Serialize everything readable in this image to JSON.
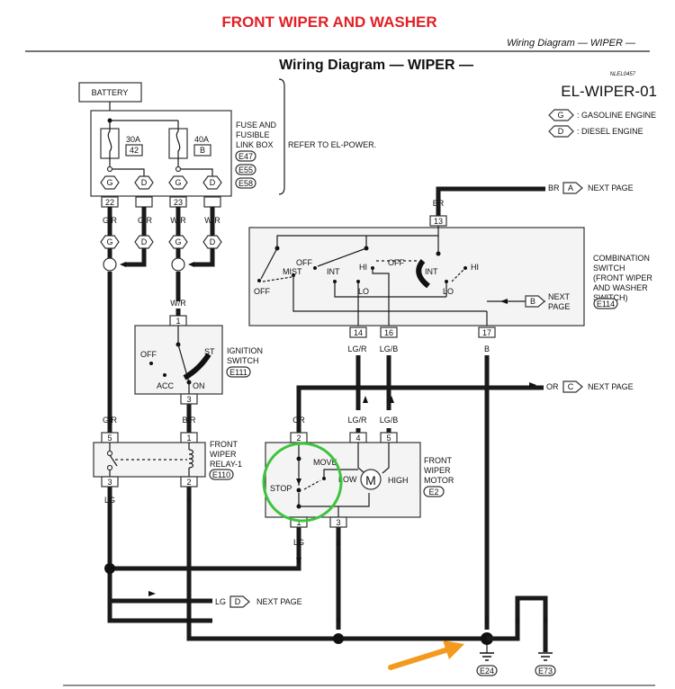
{
  "page_title": "FRONT WIPER AND WASHER",
  "running_header": "Wiring Diagram — WIPER —",
  "diagram_title": "Wiring Diagram — WIPER —",
  "ref_code": "NLEL0457",
  "diagram_code": "EL-WIPER-01",
  "legend": [
    {
      "key": "G",
      "text": ": GASOLINE ENGINE"
    },
    {
      "key": "D",
      "text": ": DIESEL ENGINE"
    }
  ],
  "battery": "BATTERY",
  "fuse_box": {
    "label_lines": [
      "FUSE AND",
      "FUSIBLE",
      "LINK BOX"
    ],
    "connectors": [
      "E47",
      "E55",
      "E58"
    ],
    "refer": "REFER TO EL-POWER.",
    "fuse1_amp": "30A",
    "fuse1_num": "42",
    "fuse2_amp": "40A",
    "fuse2_num": "B",
    "pins": [
      "22",
      "23"
    ]
  },
  "engine_marks": {
    "g": "G",
    "d": "D"
  },
  "wires": {
    "gr": "G/R",
    "wr": "W/R",
    "br_code": "B/R",
    "br": "BR",
    "lgr": "LG/R",
    "lgb": "LG/B",
    "or": "OR",
    "lg": "LG",
    "b": "B"
  },
  "next_page": {
    "a_wire": "BR",
    "a_key": "A",
    "b_key": "B",
    "c_wire": "OR",
    "c_key": "C",
    "d_wire": "LG",
    "d_key": "D",
    "text": "NEXT PAGE",
    "b_text_lines": [
      "NEXT",
      "PAGE"
    ]
  },
  "combo_switch": {
    "label_lines": [
      "COMBINATION",
      "SWITCH",
      "(FRONT WIPER",
      "AND WASHER",
      "SWITCH)"
    ],
    "connector": "E114",
    "positions": {
      "mist": "MIST",
      "off": "OFF",
      "int": "INT",
      "hi": "HI",
      "lo": "LO"
    },
    "pins": {
      "top": "13",
      "p14": "14",
      "p16": "16",
      "p17": "17"
    }
  },
  "ignition": {
    "label_lines": [
      "IGNITION",
      "SWITCH"
    ],
    "connector": "E111",
    "positions": {
      "off": "OFF",
      "acc": "ACC",
      "on": "ON",
      "st": "ST"
    },
    "pin_in": "1",
    "pin_out": "3"
  },
  "relay": {
    "label_lines": [
      "FRONT",
      "WIPER",
      "RELAY-1"
    ],
    "connector": "E110",
    "pins": {
      "p5": "5",
      "p1": "1",
      "p3": "3",
      "p2": "2"
    }
  },
  "motor": {
    "label_lines": [
      "FRONT",
      "WIPER",
      "MOTOR"
    ],
    "connector": "E2",
    "stop": "STOP",
    "move": "MOVE",
    "low": "LOW",
    "high": "HIGH",
    "m": "M",
    "pins": {
      "p2": "2",
      "p4": "4",
      "p5": "5",
      "p1": "1",
      "p3": "3"
    }
  },
  "grounds": [
    "E24",
    "E73"
  ],
  "colors": {
    "title_red": "#e31e24",
    "highlight_green": "#3dc43d",
    "arrow_orange": "#f39a1e"
  }
}
